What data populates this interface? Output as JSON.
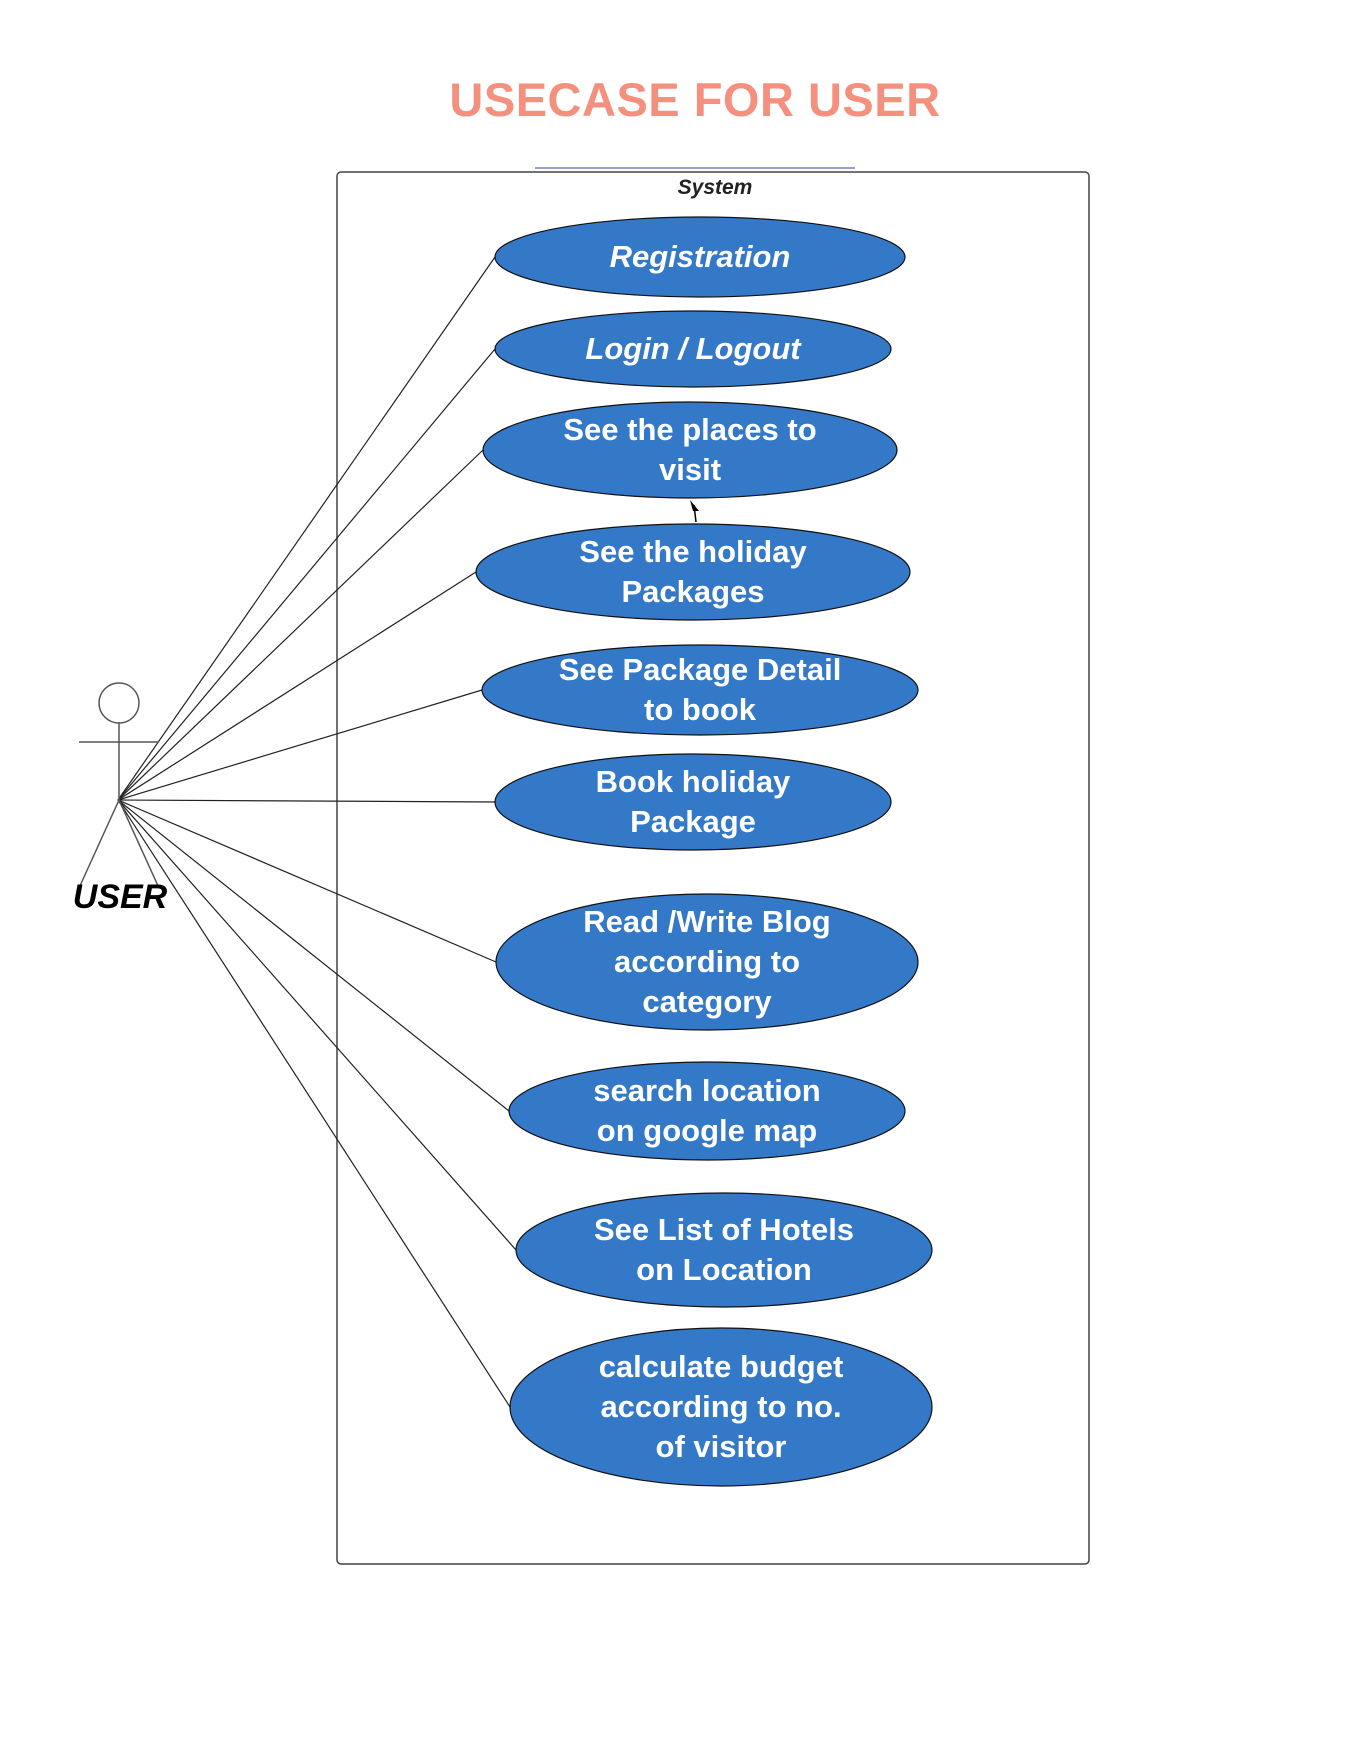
{
  "title": "USECASE FOR USER",
  "system": {
    "label": "System"
  },
  "actor": {
    "label": "USER"
  },
  "use_cases": [
    {
      "label": "Registration",
      "italic": true
    },
    {
      "label": "Login / Logout",
      "italic": true
    },
    {
      "label": "See the places to\nvisit",
      "italic": false
    },
    {
      "label": "See the holiday\nPackages",
      "italic": false
    },
    {
      "label": "See Package Detail\nto book",
      "italic": false
    },
    {
      "label": "Book holiday\nPackage",
      "italic": false
    },
    {
      "label": "Read /Write Blog\naccording to\ncategory",
      "italic": false
    },
    {
      "label": "search location\non google map",
      "italic": false
    },
    {
      "label": "See List of Hotels\non Location",
      "italic": false
    },
    {
      "label": "calculate budget\naccording to no.\nof visitor",
      "italic": false
    }
  ],
  "colors": {
    "title": "#f5907e",
    "use_case_fill": "#3478c8",
    "use_case_text": "#ffffff",
    "line": "#222222"
  }
}
